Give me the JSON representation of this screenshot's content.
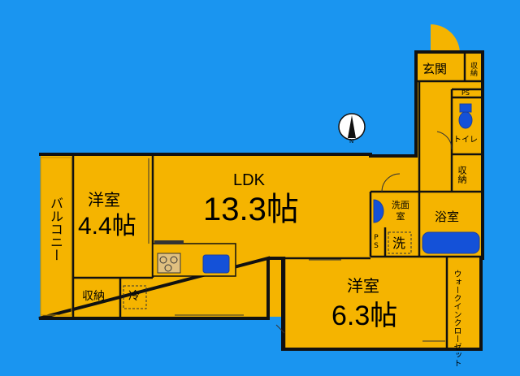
{
  "colors": {
    "background": "#1a95f0",
    "room": "#f5b400",
    "wall": "#111111",
    "fixture": "#1451d8",
    "fixture_edge": "#1b3fa0"
  },
  "rooms": {
    "ldk": {
      "label": "LDK",
      "size": "13.3帖"
    },
    "western1": {
      "label": "洋室",
      "size": "4.4帖"
    },
    "western2": {
      "label": "洋室",
      "size": "6.3帖"
    }
  },
  "labels": {
    "entrance": "玄関",
    "storage_entrance": "収納",
    "ps_top": "PS",
    "toilet": "トイレ",
    "storage_hall": "収納",
    "washroom": "洗面室",
    "bathroom": "浴室",
    "ps_bottom": "PS",
    "washer": "洗",
    "fridge": "冷",
    "storage_room1": "収納",
    "balcony": "バルコニー",
    "walk_in_closet": "ウォークインクローゼット"
  },
  "compass": {
    "label": "N",
    "icon": "compass-north-icon"
  }
}
